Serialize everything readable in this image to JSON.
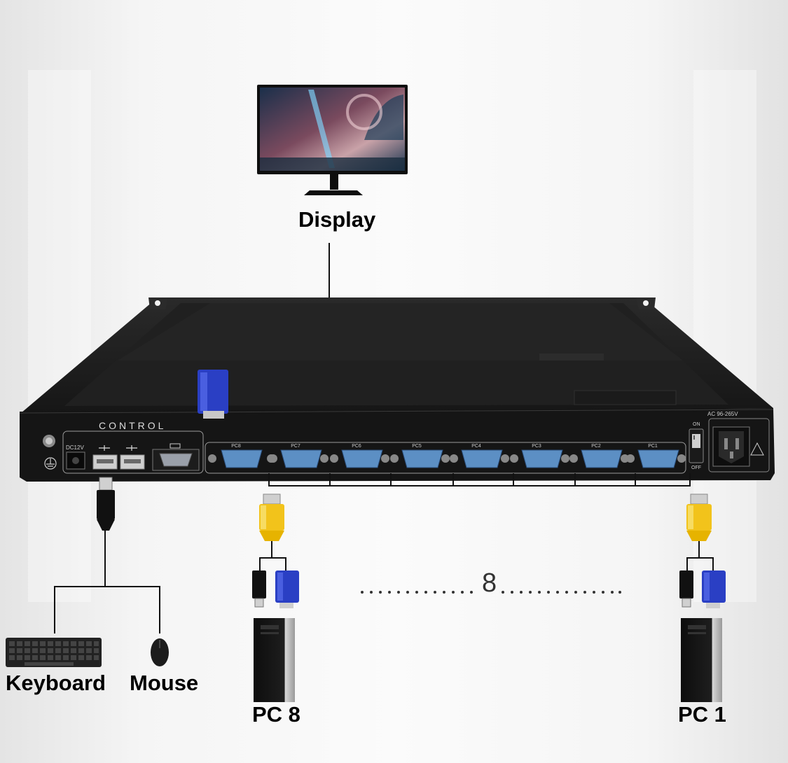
{
  "labels": {
    "display": "Display",
    "keyboard": "Keyboard",
    "mouse": "Mouse",
    "pc8": "PC 8",
    "pc1": "PC 1",
    "count": "8"
  },
  "device": {
    "control_label": "CONTROL",
    "dc_label": "DC12V",
    "ac_label": "AC 96-265V",
    "switch_on": "ON",
    "switch_off": "OFF",
    "ports": [
      "PC8",
      "PC7",
      "PC6",
      "PC5",
      "PC4",
      "PC3",
      "PC2",
      "PC1"
    ]
  },
  "colors": {
    "vga_blue": "#2a3fc4",
    "kvm_yellow": "#f2c31b",
    "chassis": "#141414",
    "cable": "#111111"
  }
}
